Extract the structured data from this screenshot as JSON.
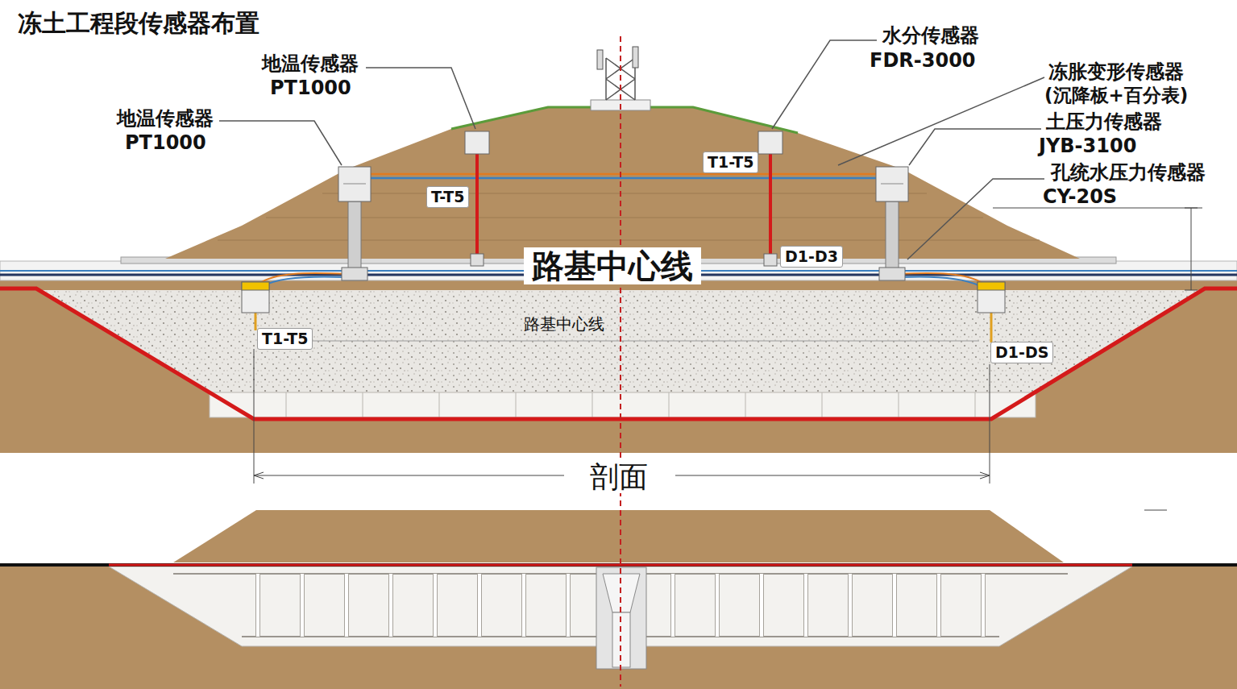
{
  "diagram": {
    "title": "冻土工程段传感器布置",
    "nodes": [
      {
        "text": [
          "T-T5"
        ]
      },
      {
        "text": [
          "T1-T5"
        ]
      },
      {
        "text": [
          "D1-D3"
        ]
      },
      {
        "text": [
          "T1-T5"
        ]
      },
      {
        "text": [
          "D1-DS"
        ]
      }
    ],
    "labels": [
      "地温传感器",
      "PT1000",
      "地温传感器",
      "PT1000",
      "水分传感器",
      "FDR-3000",
      "冻胀变形传感器",
      "(沉降板+百分表)",
      "土压力传感器",
      "JYB-3100",
      "孔统水压力传感器",
      "CY-20S",
      "路基中心线",
      "路基中心线",
      "剖面"
    ]
  }
}
